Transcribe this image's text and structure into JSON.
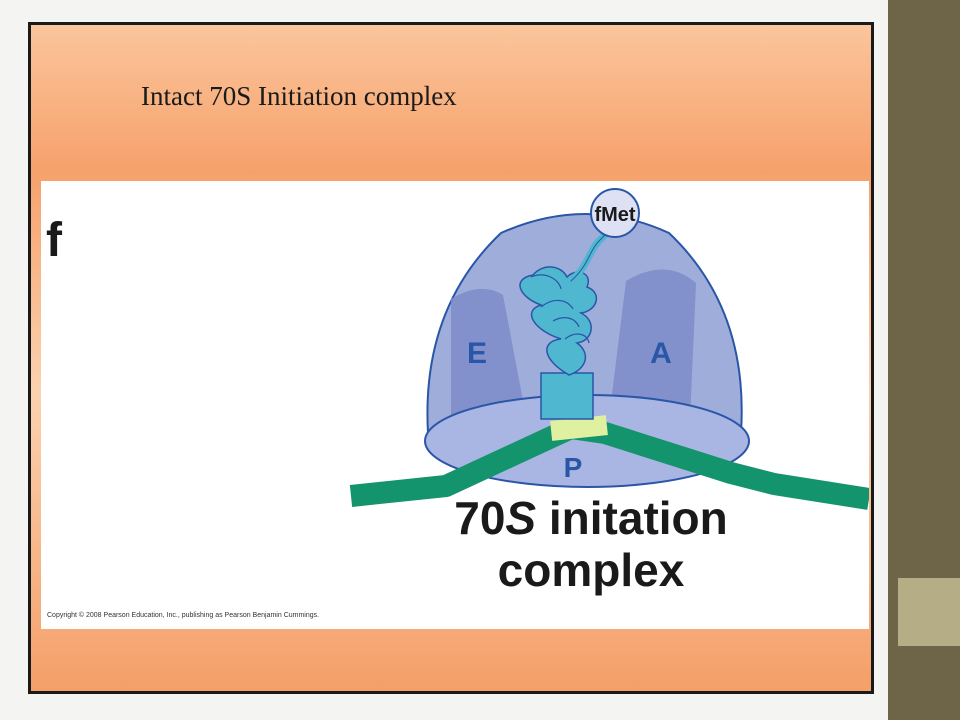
{
  "slide": {
    "title": "Intact 70S Initiation complex"
  },
  "figure": {
    "panel_letter": "f",
    "site_e": "E",
    "site_a": "A",
    "site_p": "P",
    "trna_label": "fMet",
    "complex_label_prefix": "70",
    "complex_label_s": "S",
    "complex_label_rest": " initation",
    "complex_label_line2": "complex",
    "copyright": "Copyright © 2008 Pearson Education, Inc., publishing as Pearson Benjamin Cummings."
  },
  "colors": {
    "large_subunit": "#9fadda",
    "small_subunit": "#a9b5e2",
    "site_region": "#7d8bc8",
    "trna": "#4fb7cf",
    "mrna": "#13946c",
    "codon": "#dff0a0",
    "outline": "#2a56a8"
  }
}
